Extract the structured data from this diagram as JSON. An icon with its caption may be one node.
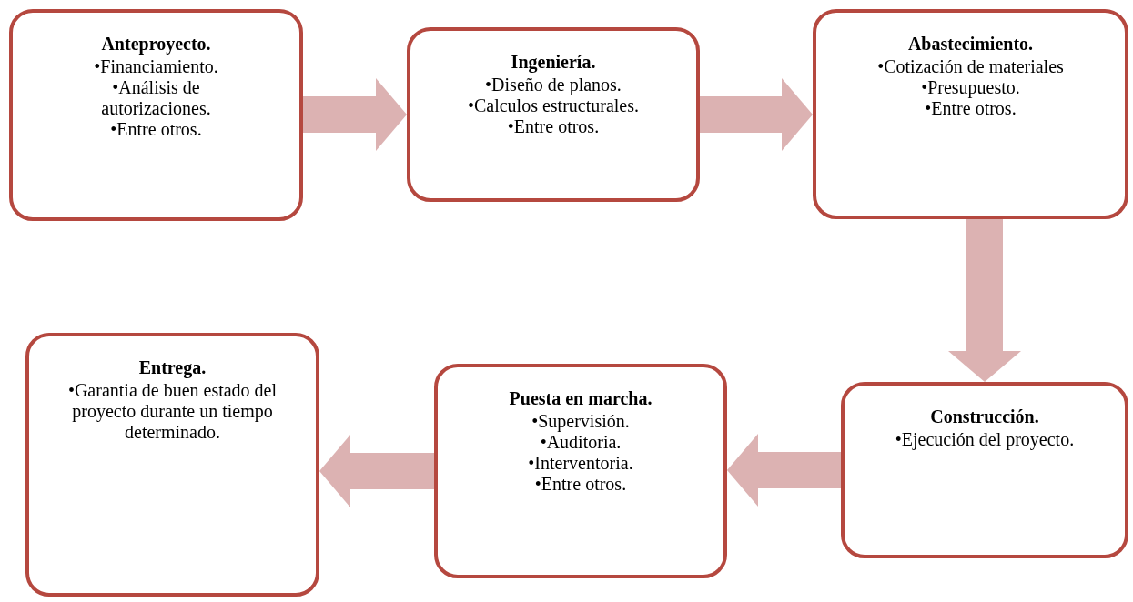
{
  "diagram": {
    "nodes": [
      {
        "text": [
          "Anteproyecto.",
          "•Financiamiento.",
          "•Análisis de autorizaciones.",
          "•Entre otros."
        ]
      },
      {
        "text": [
          "Ingeniería.",
          "•Diseño de planos.",
          "•Calculos estructurales.",
          "•Entre otros."
        ]
      },
      {
        "text": [
          "Abastecimiento.",
          "•Cotización de materiales",
          "•Presupuesto.",
          "•Entre otros."
        ]
      },
      {
        "text": [
          "Construcción.",
          "•Ejecución del proyecto."
        ]
      },
      {
        "text": [
          "Puesta en marcha.",
          "•Supervisión.",
          "•Auditoria.",
          "•Interventoria.",
          "•Entre otros."
        ]
      },
      {
        "text": [
          "Entrega.",
          "•Garantia de buen estado del proyecto durante un tiempo determinado."
        ]
      }
    ],
    "edges": [
      {
        "from": 0,
        "to": 1,
        "arrow": "to"
      },
      {
        "from": 1,
        "to": 2,
        "arrow": "to"
      },
      {
        "from": 2,
        "to": 3,
        "arrow": "to"
      },
      {
        "from": 3,
        "to": 4,
        "arrow": "to"
      },
      {
        "from": 4,
        "to": 5,
        "arrow": "to"
      }
    ]
  }
}
